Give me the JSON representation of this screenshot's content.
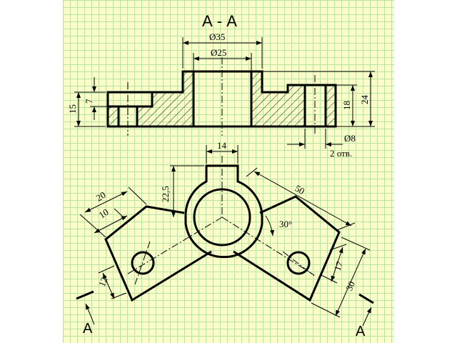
{
  "section_title": "А - А",
  "dims": {
    "d35": "Ø35",
    "d25": "Ø25",
    "d8": "Ø8",
    "holes": "2 отв.",
    "h15": "15",
    "h7": "7",
    "h18": "18",
    "h24": "24",
    "w14": "14",
    "h22_5": "22,5",
    "l50": "50",
    "ang30": "30°",
    "w20": "20",
    "w10": "10",
    "w12": "12",
    "w17": "17",
    "w30": "30"
  },
  "cut_labels": {
    "left": "А",
    "right": "А"
  },
  "colors": {
    "paper": "#fdfbc8",
    "grid": "#b9e2a3",
    "ink": "#000000"
  }
}
